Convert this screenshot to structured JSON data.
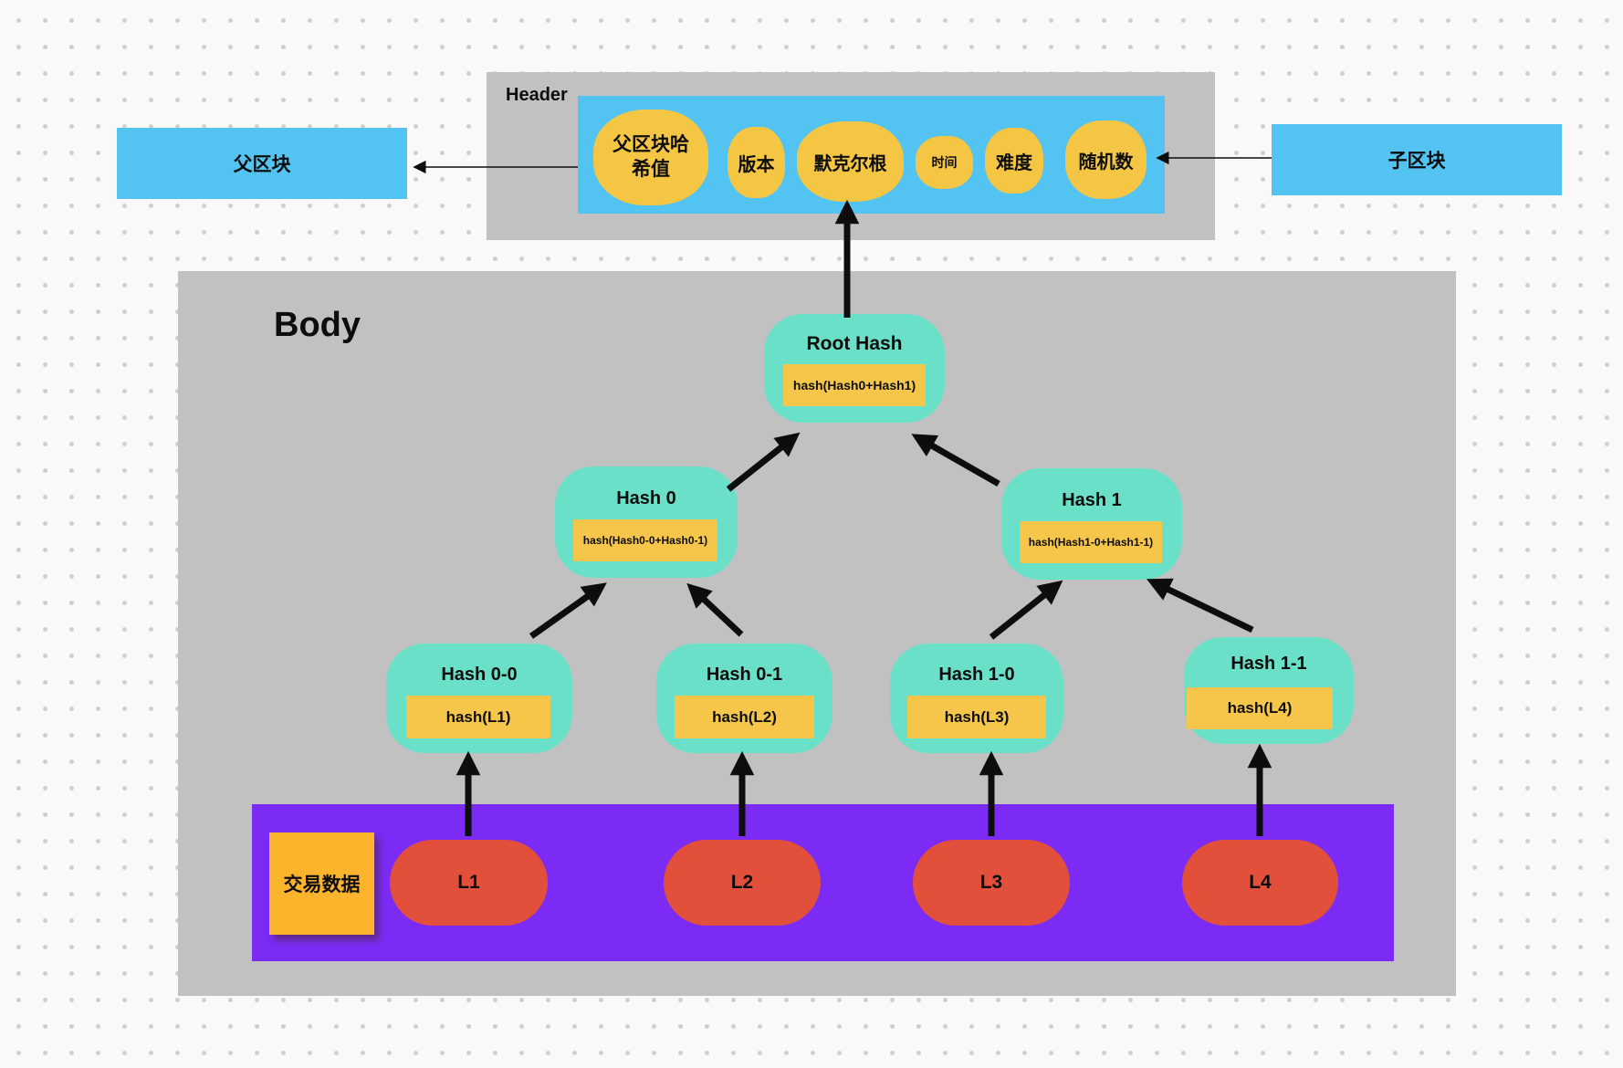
{
  "colors": {
    "panel_gray": "#c1c1c1",
    "block_blue": "#53c3f1",
    "node_teal": "#6be0c8",
    "value_yellow": "#f5c64a",
    "bar_purple": "#7b2bf4",
    "leaf_red": "#e2503c",
    "tx_orange": "#fcb42c"
  },
  "parent_block": {
    "label": "父区块"
  },
  "child_block": {
    "label": "子区块"
  },
  "header": {
    "title": "Header",
    "fields": [
      {
        "id": "parent-hash",
        "label": "父区块哈\n希值"
      },
      {
        "id": "version",
        "label": "版本"
      },
      {
        "id": "merkle-root",
        "label": "默克尔根"
      },
      {
        "id": "time",
        "label": "时间"
      },
      {
        "id": "difficulty",
        "label": "难度"
      },
      {
        "id": "nonce",
        "label": "随机数"
      }
    ]
  },
  "body": {
    "title": "Body",
    "merkle_tree": {
      "root": {
        "title": "Root Hash",
        "value": "hash(Hash0+Hash1)"
      },
      "branches": [
        {
          "title": "Hash 0",
          "value": "hash(Hash0-0+Hash0-1)"
        },
        {
          "title": "Hash 1",
          "value": "hash(Hash1-0+Hash1-1)"
        }
      ],
      "leaves": [
        {
          "title": "Hash 0-0",
          "value": "hash(L1)"
        },
        {
          "title": "Hash 0-1",
          "value": "hash(L2)"
        },
        {
          "title": "Hash 1-0",
          "value": "hash(L3)"
        },
        {
          "title": "Hash 1-1",
          "value": "hash(L4)"
        }
      ]
    },
    "transactions": {
      "label": "交易数据",
      "items": [
        {
          "label": "L1"
        },
        {
          "label": "L2"
        },
        {
          "label": "L3"
        },
        {
          "label": "L4"
        }
      ]
    }
  }
}
